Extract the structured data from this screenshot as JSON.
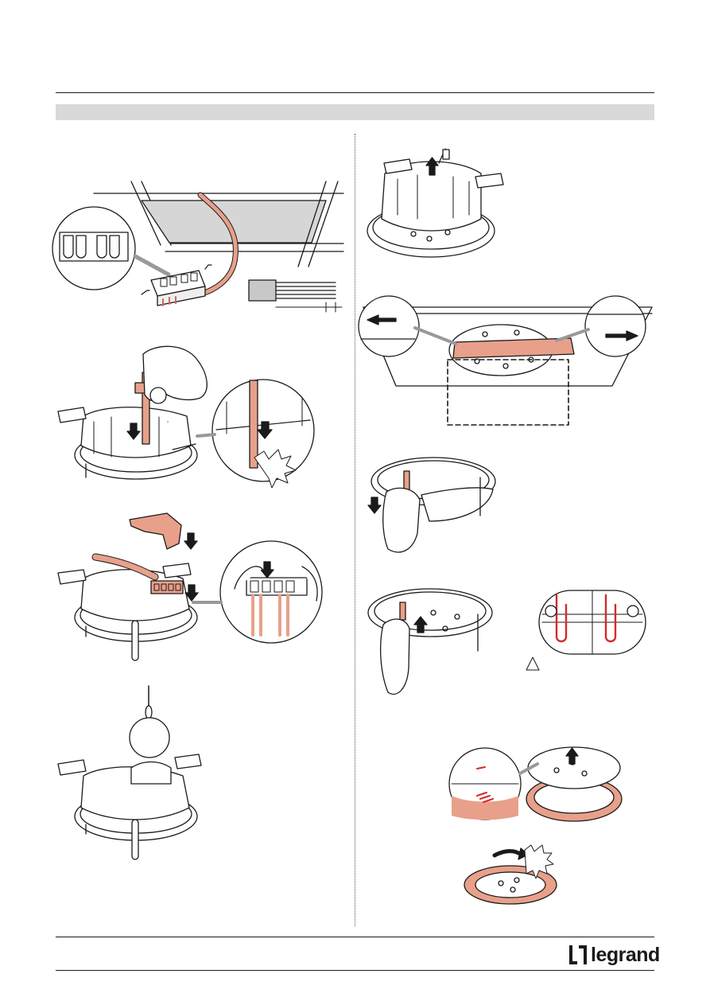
{
  "brand": {
    "logo_text": "legrand",
    "logo_icon": "legrand-mark-icon"
  },
  "colors": {
    "accent": "#e8a08a",
    "accent_dark": "#c96a55",
    "line": "#1a1a1a",
    "band": "#d9d9d9",
    "warning_red": "#d42a2a"
  },
  "steps": [
    {
      "name": "cable-terminal-wiring",
      "icon": "terminal-block-icon"
    },
    {
      "name": "insert-tool-release",
      "icon": "screwdriver-icon"
    },
    {
      "name": "fit-terminal-cover",
      "icon": "cover-icon"
    },
    {
      "name": "attach-safety-cable",
      "icon": "safety-cable-icon"
    },
    {
      "name": "pull-tab-up",
      "icon": "arrow-up-icon"
    },
    {
      "name": "ceiling-template",
      "icon": "template-icon"
    },
    {
      "name": "press-spring-down",
      "icon": "arrow-down-icon"
    },
    {
      "name": "release-spring",
      "icon": "spring-icon"
    },
    {
      "name": "fit-trim-ring",
      "icon": "trim-ring-icon"
    },
    {
      "name": "rotate-to-lock",
      "icon": "rotate-icon"
    }
  ]
}
